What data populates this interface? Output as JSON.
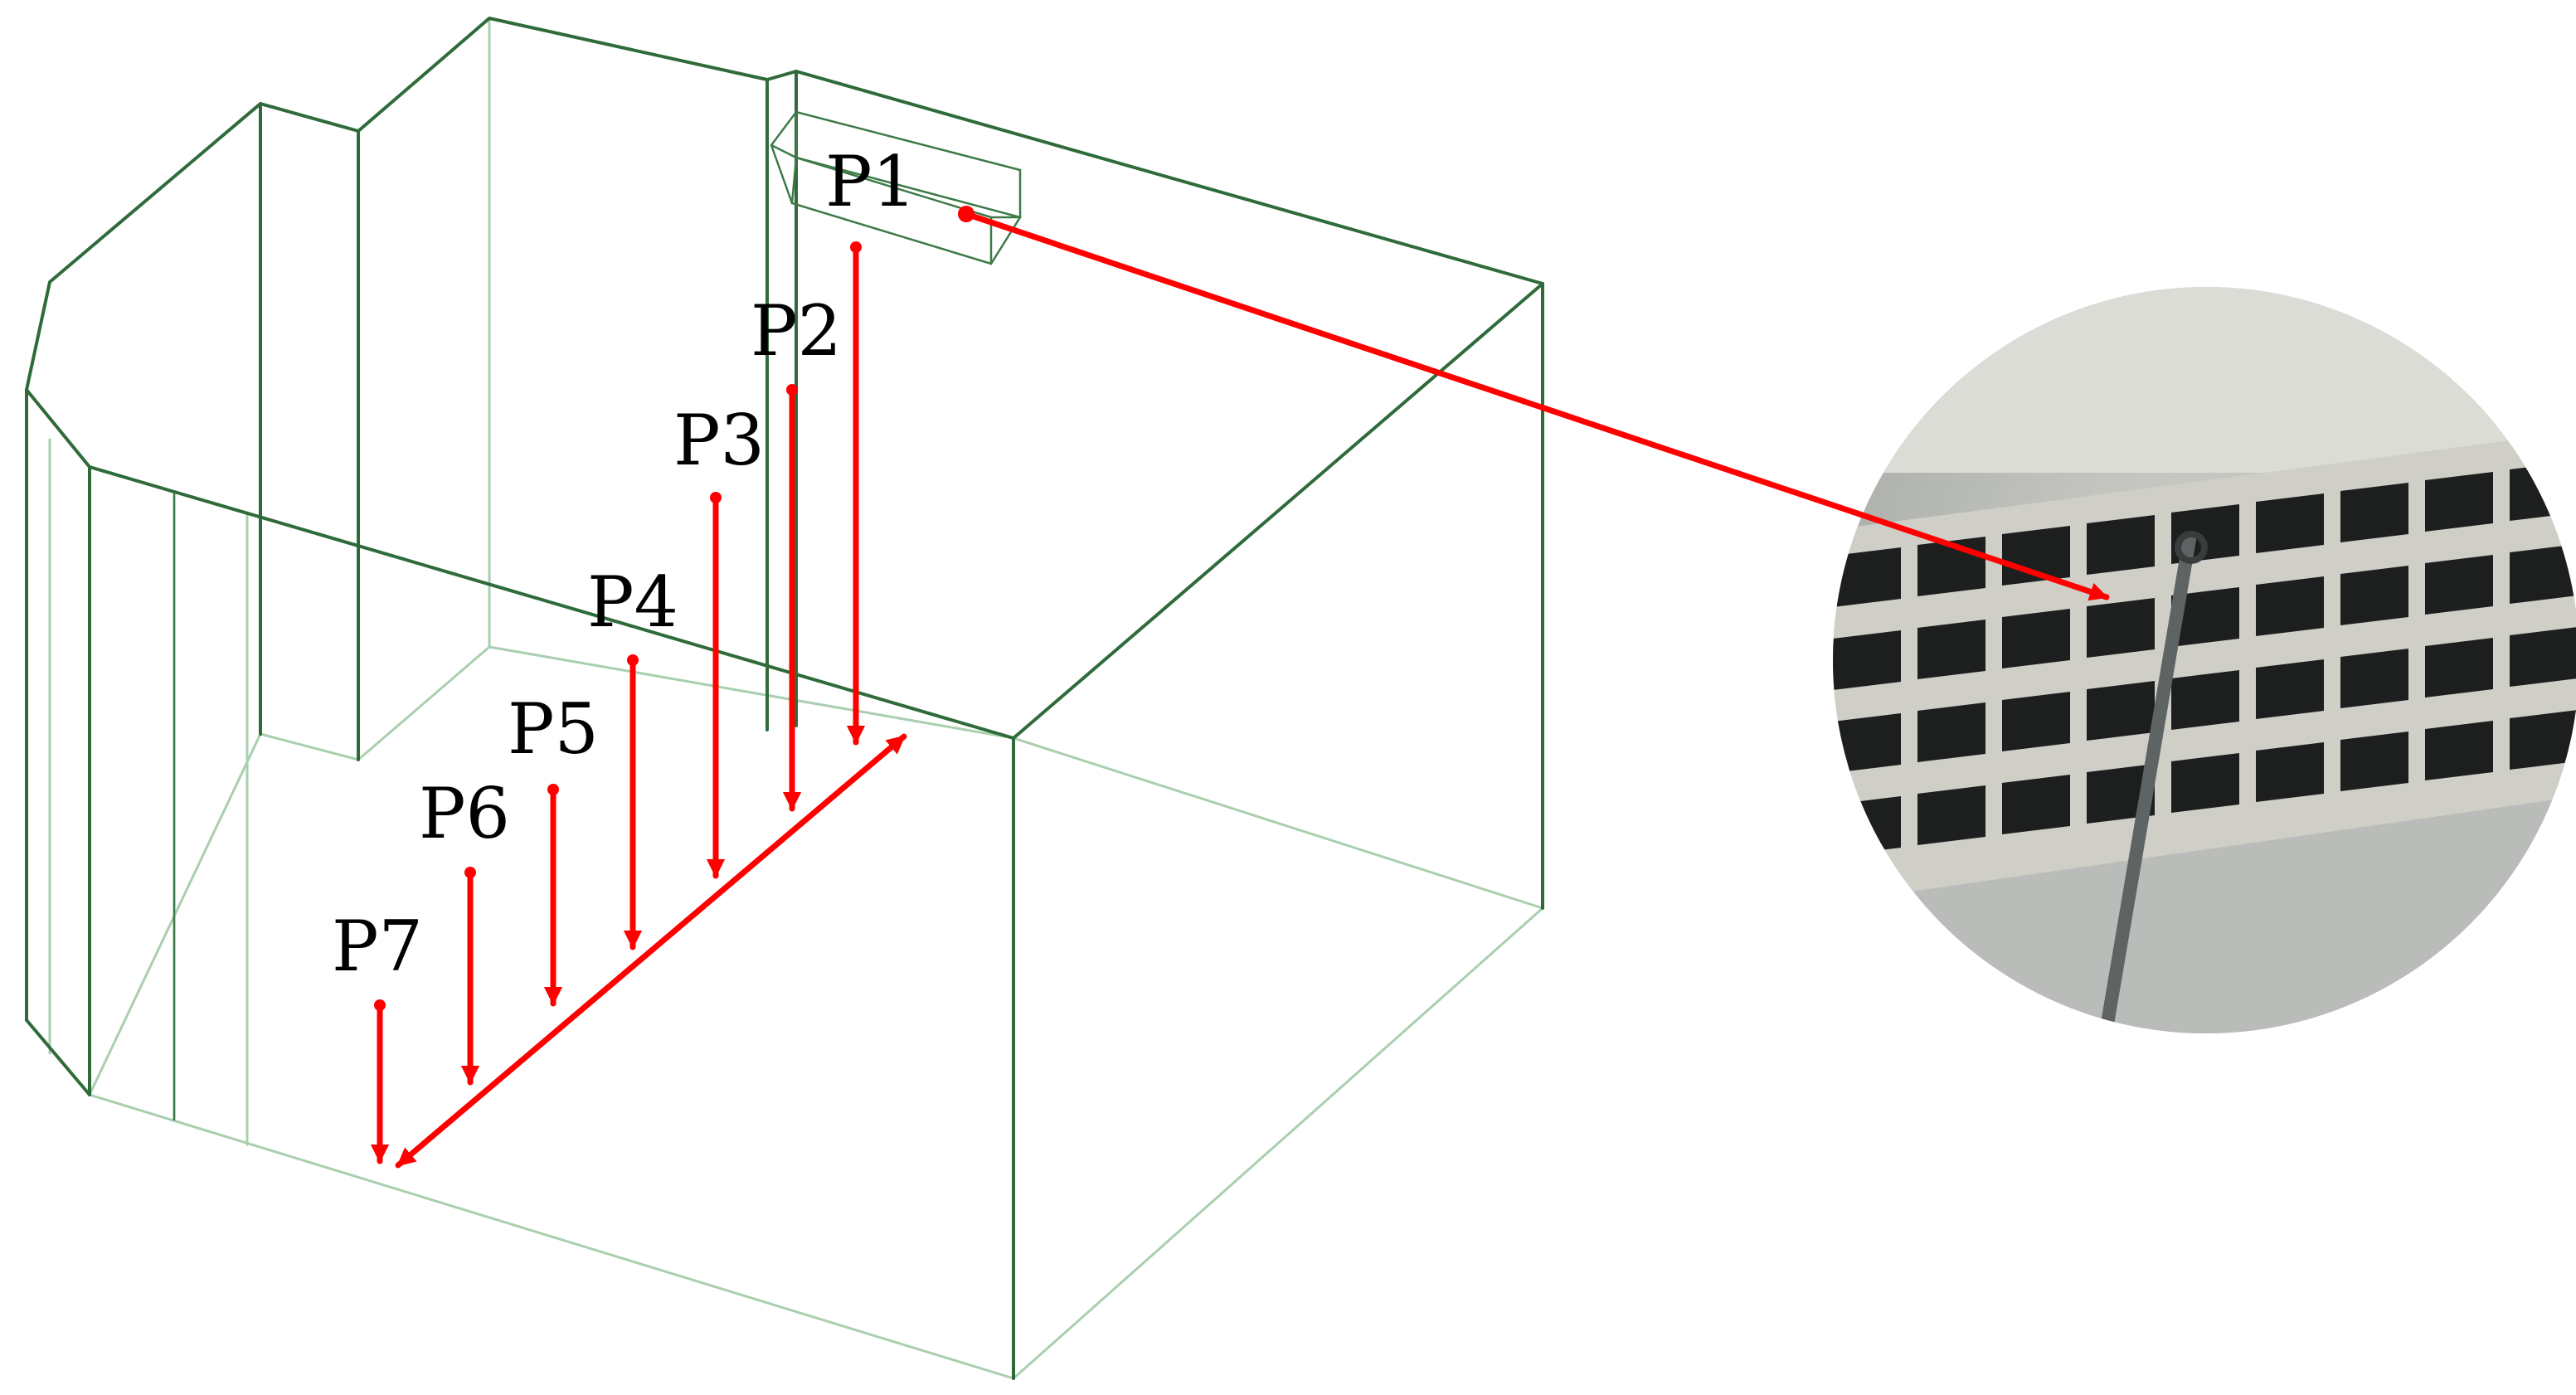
{
  "measurement_points": [
    {
      "label": "P1"
    },
    {
      "label": "P2"
    },
    {
      "label": "P3"
    },
    {
      "label": "P4"
    },
    {
      "label": "P5"
    },
    {
      "label": "P6"
    },
    {
      "label": "P7"
    }
  ],
  "colors": {
    "room_outline": "#2f6b3a",
    "room_outline_light": "#a9cfaf",
    "arrows": "#ff0000",
    "label_text": "#000000"
  }
}
